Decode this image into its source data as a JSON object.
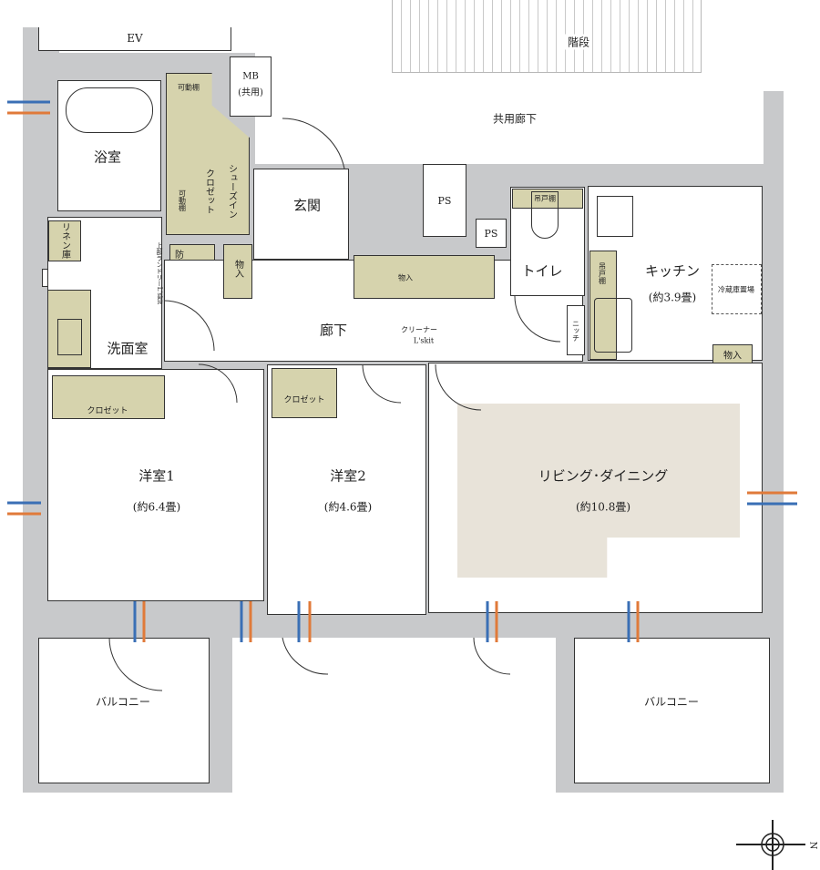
{
  "colors": {
    "wall": "#c8c9cb",
    "storage": "#d6d3ad",
    "living_floor": "#e8e3d9",
    "vent_blue": "#3a6fb5",
    "vent_orange": "#e07a3a"
  },
  "labels": {
    "ev": "EV",
    "stairs": "階段",
    "common_corridor": "共用廊下",
    "mb": "MB",
    "mb_sub": "(共用)",
    "bath": "浴室",
    "movable_shelf_1": "可動棚",
    "movable_shelf_2": "可動棚",
    "shoes_in_closet": "シューズイン",
    "shoes_in_closet_2": "クロゼット",
    "entrance": "玄関",
    "ps1": "PS",
    "ps2": "PS",
    "ps3": "PS",
    "ps4": "PS",
    "linen": "リネン庫",
    "laundry": "防水パン",
    "laundry_upper": "上部ランドリーL'skit",
    "storage_1": "物入",
    "storage_2": "物入",
    "storage_3": "物入",
    "washroom": "洗面室",
    "hallway": "廊下",
    "cleaner": "クリーナー",
    "cleaner_sub": "L'skit",
    "toilet": "トイレ",
    "toilet_shelf": "吊戸棚",
    "kitchen_shelf": "吊戸棚",
    "niche": "ニッチ",
    "kitchen": "キッチン",
    "kitchen_size": "(約3.9畳)",
    "fridge": "冷蔵庫置場",
    "closet_1": "クロゼット",
    "closet_2": "クロゼット",
    "room1": "洋室1",
    "room1_size": "(約6.4畳)",
    "room2": "洋室2",
    "room2_size": "(約4.6畳)",
    "living": "リビング･ダイニング",
    "living_size": "(約10.8畳)",
    "balcony_1": "バルコニー",
    "balcony_2": "バルコニー",
    "north": "N"
  },
  "icons": {
    "compass": "compass-rose-icon",
    "stove": "gas-stove-icon",
    "bathtub": "bathtub-icon",
    "toilet": "toilet-icon"
  }
}
